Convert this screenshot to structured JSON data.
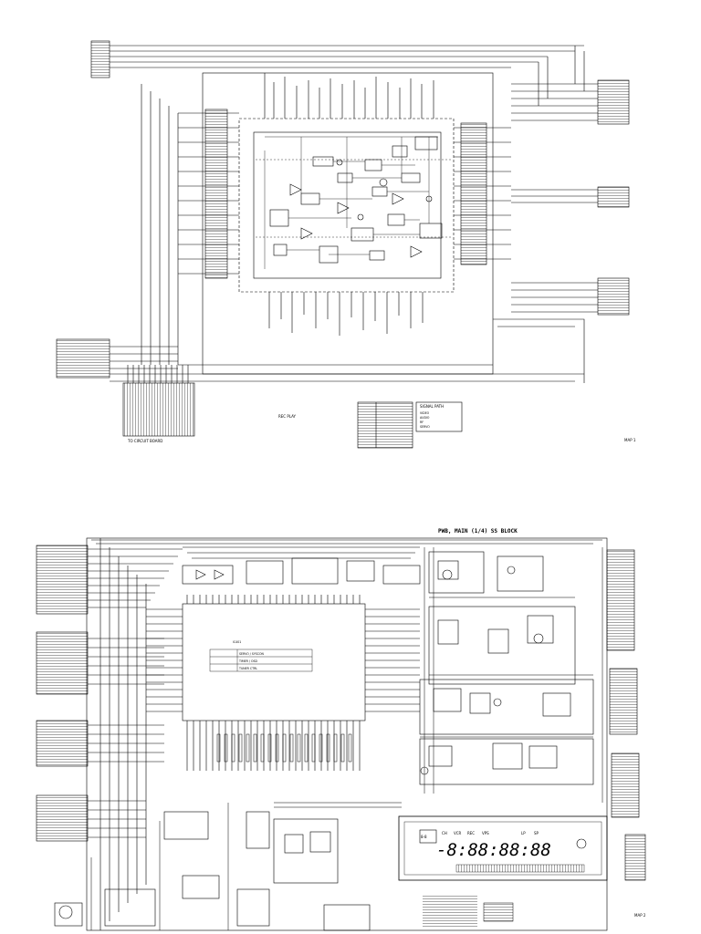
{
  "page": {
    "block_title": "PWB, MAIN (1/4) SS BLOCK",
    "top_sheet_label": "MAP 1",
    "bottom_sheet_label": "MAP 2"
  },
  "top_diagram": {
    "connector_bottom_label": "TO CIRCUIT BOARD",
    "legend_title": "SIGNAL PATH",
    "legend_rows": [
      "VIDEO",
      "AUDIO",
      "RF",
      "SERVO"
    ],
    "note_text": "REC PLAY"
  },
  "bottom_diagram": {
    "microcomputer_label": "IC401",
    "table_rows": [
      "SERVO / SYSCON",
      "TIMER / OSD",
      "TUNER CTRL"
    ],
    "display": {
      "main_digits": "-8:88:88:88",
      "left_digits": "8-8",
      "indicators": [
        "CH",
        "VCR",
        "REC",
        "VPS",
        "LP",
        "SP"
      ]
    }
  },
  "colors": {
    "line": "#000000",
    "background": "#ffffff"
  }
}
